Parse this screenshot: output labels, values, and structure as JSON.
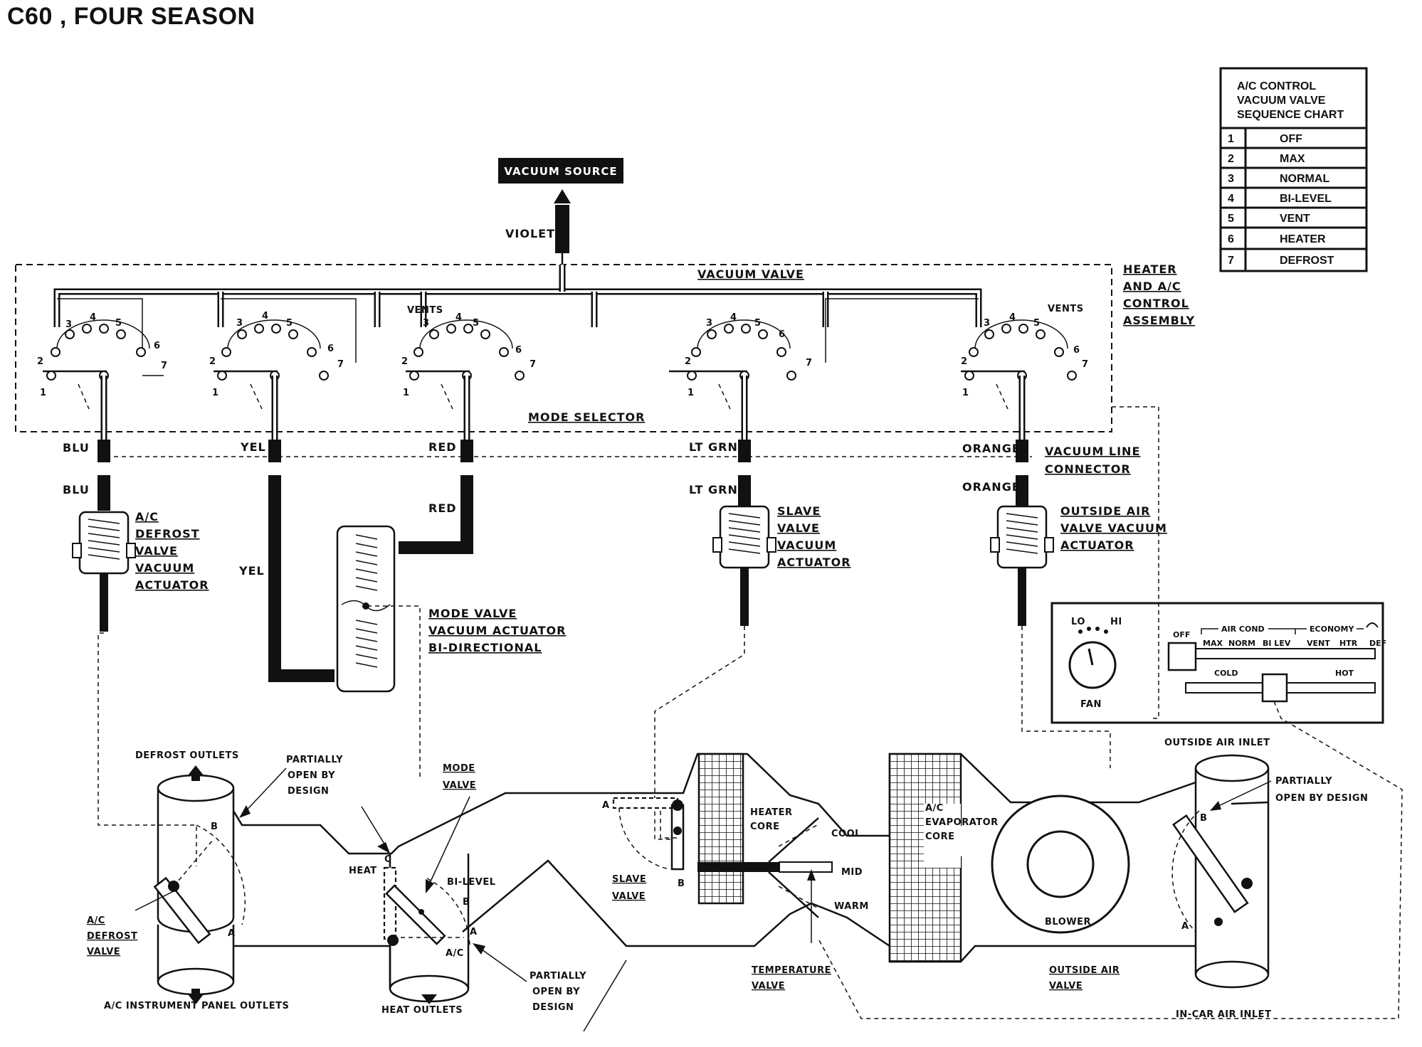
{
  "title": "C60 , FOUR SEASON",
  "sequence_chart": {
    "heading_lines": [
      "A/C CONTROL",
      "VACUUM VALVE",
      "SEQUENCE CHART"
    ],
    "rows": [
      {
        "num": "1",
        "label": "OFF"
      },
      {
        "num": "2",
        "label": "MAX"
      },
      {
        "num": "3",
        "label": "NORMAL"
      },
      {
        "num": "4",
        "label": "BI-LEVEL"
      },
      {
        "num": "5",
        "label": "VENT"
      },
      {
        "num": "6",
        "label": "HEATER"
      },
      {
        "num": "7",
        "label": "DEFROST"
      }
    ]
  },
  "vacuum_source": "VACUUM SOURCE",
  "violet": "VIOLET",
  "vacuum_valve": "VACUUM VALVE",
  "mode_selector": "MODE SELECTOR",
  "assembly_lines": [
    "HEATER",
    "AND A/C",
    "CONTROL",
    "ASSEMBLY"
  ],
  "vents_label": "VENTS",
  "port_numbers": [
    "1",
    "2",
    "3",
    "4",
    "5",
    "6",
    "7"
  ],
  "hoses": {
    "blu": "BLU",
    "yel": "YEL",
    "red": "RED",
    "lt_grn": "LT GRN",
    "orange": "ORANGE"
  },
  "vacuum_line_connector": [
    "VACUUM LINE",
    "CONNECTOR"
  ],
  "defrost_actuator": [
    "A/C",
    "DEFROST",
    "VALVE",
    "VACUUM",
    "ACTUATOR"
  ],
  "mode_actuator": [
    "MODE VALVE",
    "VACUUM ACTUATOR",
    "BI-DIRECTIONAL"
  ],
  "slave_actuator": [
    "SLAVE",
    "VALVE",
    "VACUUM",
    "ACTUATOR"
  ],
  "outside_actuator": [
    "OUTSIDE AIR",
    "VALVE VACUUM",
    "ACTUATOR"
  ],
  "control_panel": {
    "lo": "LO",
    "hi": "HI",
    "fan": "FAN",
    "off": "OFF",
    "air_cond": "AIR COND",
    "economy": "ECONOMY",
    "modes": [
      "MAX",
      "NORM",
      "BI LEV",
      "VENT",
      "HTR",
      "DEF"
    ],
    "cold": "COLD",
    "hot": "HOT"
  },
  "ducts": {
    "defrost_outlets": "DEFROST OUTLETS",
    "partially_open_1": [
      "PARTIALLY",
      "OPEN BY",
      "DESIGN"
    ],
    "mode_valve": [
      "MODE",
      "VALVE"
    ],
    "heat": "HEAT",
    "bi_level": "BI-LEVEL",
    "ac": "A/C",
    "ac_defrost_valve": [
      "A/C",
      "DEFROST",
      "VALVE"
    ],
    "ac_instrument_panel_outlets": "A/C INSTRUMENT PANEL OUTLETS",
    "heat_outlets": "HEAT OUTLETS",
    "partially_open_2": [
      "PARTIALLY",
      "OPEN BY",
      "DESIGN"
    ],
    "slave_valve": [
      "SLAVE",
      "VALVE"
    ],
    "heater_core": [
      "HEATER",
      "CORE"
    ],
    "cool": "COOL",
    "mid": "MID",
    "warm": "WARM",
    "temperature_valve": [
      "TEMPERATURE",
      "VALVE"
    ],
    "evaporator": [
      "A/C",
      "EVAPORATOR",
      "CORE"
    ],
    "blower": "BLOWER",
    "outside_air_inlet": "OUTSIDE AIR INLET",
    "partially_open_3": [
      "PARTIALLY",
      "OPEN BY DESIGN"
    ],
    "outside_air_valve": [
      "OUTSIDE AIR",
      "VALVE"
    ],
    "in_car_air_inlet": "IN-CAR AIR INLET",
    "letter_a": "A",
    "letter_b": "B",
    "letter_c": "C"
  }
}
